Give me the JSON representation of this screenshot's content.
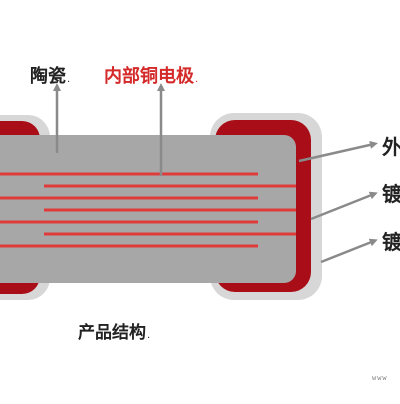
{
  "labels": {
    "ceramic": "陶瓷",
    "inner_copper_electrode": "内部铜电极",
    "product_structure": "产品结构",
    "outer_electrode": "外",
    "plating_1": "镀",
    "plating_2": "镀",
    "dot_mark": "."
  },
  "watermark": "www",
  "colors": {
    "ceramic_body": "#a7a7a7",
    "termination_outer": "#d7d7d7",
    "termination_red": "#a90d18",
    "electrode_red": "#e03b3b",
    "arrow_gray": "#8a8a8a",
    "copper_label": "#d42a2a"
  }
}
